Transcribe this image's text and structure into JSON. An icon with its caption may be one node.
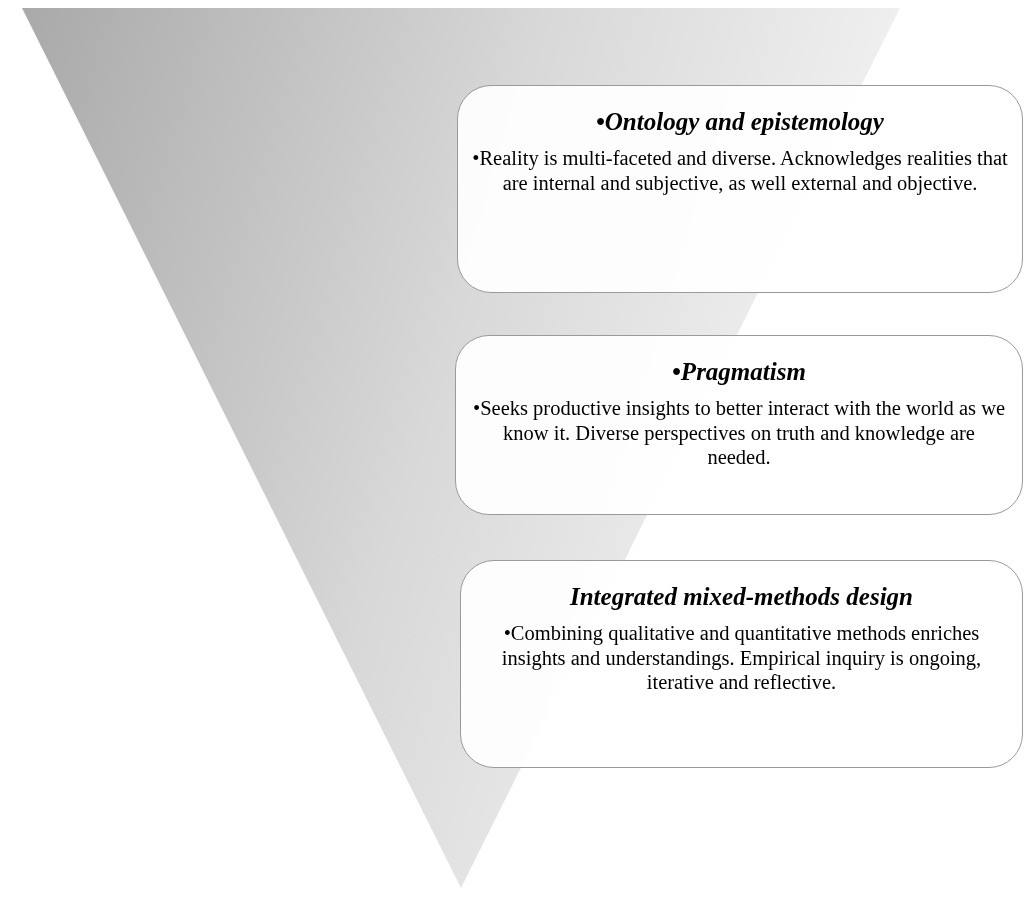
{
  "diagram": {
    "nodes": [
      {
        "text": [],
        "shape": "triangle"
      },
      {
        "text": [
          "•Ontology and epistemology",
          "•Reality is multi-faceted and diverse. Acknowledges realities that are internal and subjective, as well external and objective."
        ]
      },
      {
        "text": [
          "•Pragmatism",
          "•Seeks productive insights to better interact with the world as we know it. Diverse perspectives on truth and knowledge are needed."
        ]
      },
      {
        "text": [
          "Integrated mixed-methods design",
          "•Combining qualitative and quantitative methods enriches insights and understandings. Empirical inquiry is ongoing, iterative and reflective."
        ]
      }
    ],
    "edges": []
  }
}
